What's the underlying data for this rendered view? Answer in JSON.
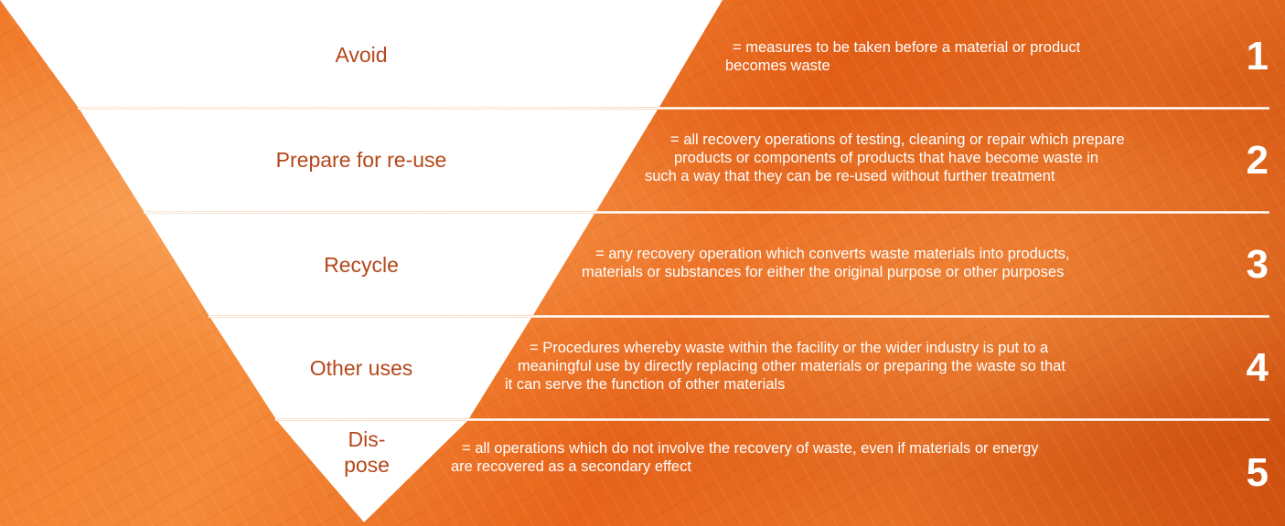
{
  "levels": [
    {
      "label": "Avoid",
      "number": "1",
      "description": [
        "= measures to be taken before a material or product",
        "becomes waste"
      ]
    },
    {
      "label": "Prepare for re-use",
      "number": "2",
      "description": [
        "= all recovery operations of testing, cleaning or repair which prepare",
        "products or components of products that have become waste in",
        "such a way that they can be re-used without further treatment"
      ]
    },
    {
      "label": "Recycle",
      "number": "3",
      "description": [
        "= any recovery operation which converts waste materials into products,",
        "materials or substances for either the original purpose or other purposes"
      ]
    },
    {
      "label": "Other uses",
      "number": "4",
      "description": [
        "= Procedures whereby waste within the facility or the wider industry is put to a",
        "meaningful use by directly replacing other materials or preparing the waste so that",
        "it can serve the function of other materials"
      ]
    },
    {
      "label_lines": [
        "Dis-",
        "pose"
      ],
      "number": "5",
      "description": [
        "= all operations which do not involve the recovery of waste, even if materials or energy",
        "are recovered as a secondary effect"
      ]
    }
  ],
  "colors": {
    "accent": "#b5471a",
    "background": "#f07a2a",
    "triangle": "#ffffff"
  }
}
